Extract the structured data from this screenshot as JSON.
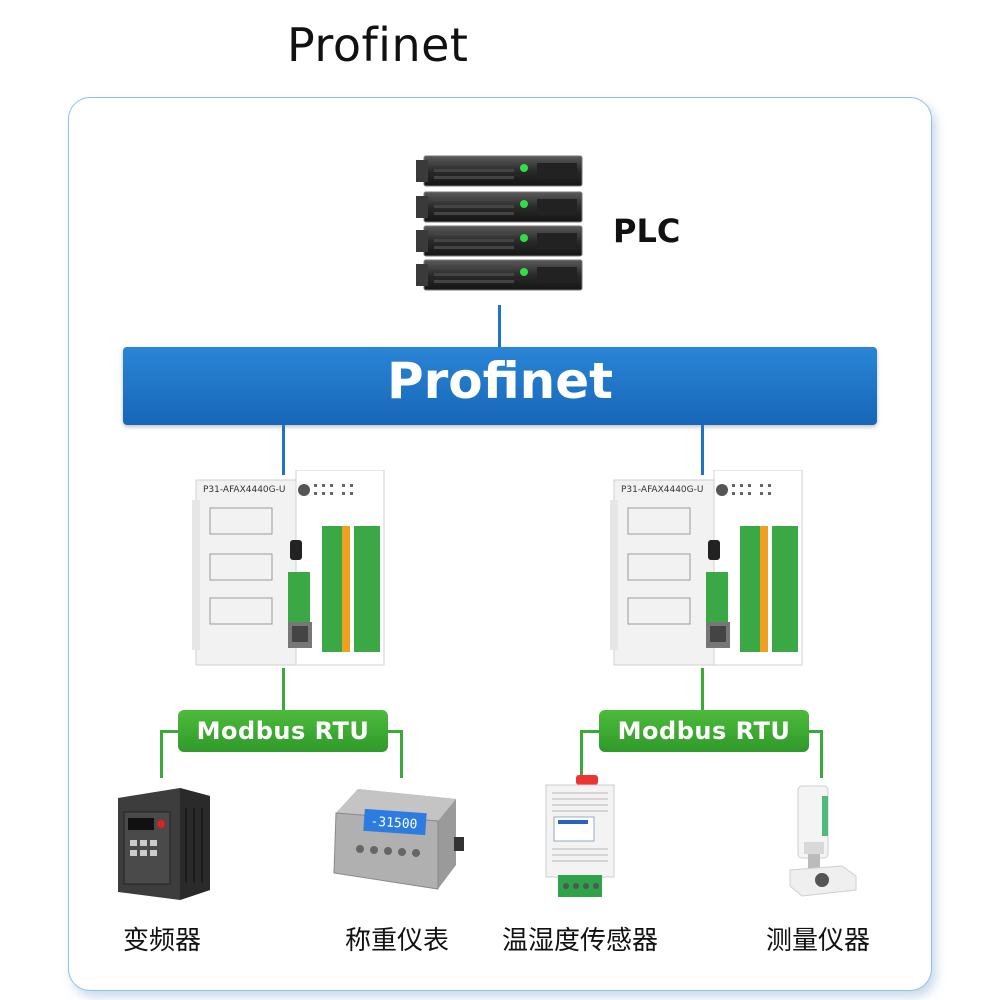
{
  "title": "Profinet",
  "plc": {
    "label": "PLC",
    "icon": "server-rack-icon"
  },
  "bus": {
    "label": "Profinet",
    "color": "#1a6fc2"
  },
  "gateways": [
    {
      "model": "P31-AFAX4440G-U",
      "rtu_label": "Modbus RTU"
    },
    {
      "model": "P31-AFAX4440G-U",
      "rtu_label": "Modbus RTU"
    }
  ],
  "devices": [
    {
      "label": "变频器",
      "icon": "inverter-icon"
    },
    {
      "label": "称重仪表",
      "icon": "weighing-indicator-icon",
      "display": "-31500"
    },
    {
      "label": "温湿度传感器",
      "icon": "temp-humidity-sensor-icon"
    },
    {
      "label": "测量仪器",
      "icon": "measuring-instrument-icon"
    }
  ],
  "colors": {
    "bus_blue": "#1a6fc2",
    "rtu_green": "#34a52e",
    "frame": "#8fc0e8"
  }
}
